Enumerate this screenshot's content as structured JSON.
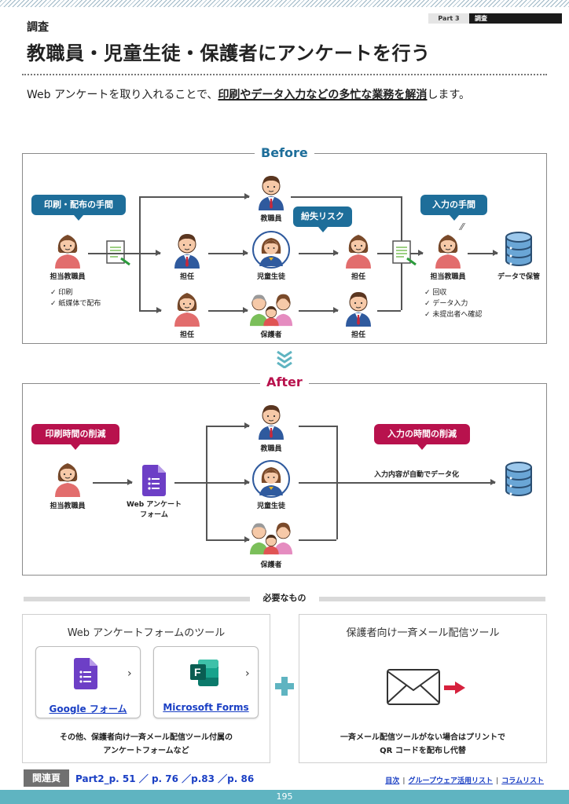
{
  "header": {
    "part_label": "Part 3",
    "part_section": "調査",
    "category": "調査",
    "title": "教職員・児童生徒・保護者にアンケートを行う"
  },
  "lead": {
    "pre": "Web アンケートを取り入れることで、",
    "emph": "印刷やデータ入力などの多忙な業務を解消",
    "post": "します。"
  },
  "before": {
    "title": "Before",
    "bubble_print": "印刷・配布の手間",
    "bubble_loss": "紛失リスク",
    "bubble_input": "入力の手間",
    "staff": "担当教職員",
    "teacher": "担任",
    "faculty": "教職員",
    "student": "児童生徒",
    "parent": "保護者",
    "store": "データで保管",
    "notes_left": [
      "✓ 印刷",
      "✓ 紙媒体で配布"
    ],
    "notes_right": [
      "✓ 回収",
      "✓ データ入力",
      "✓ 未提出者へ確認"
    ]
  },
  "after": {
    "title": "After",
    "bubble_print": "印刷時間の削減",
    "bubble_input": "入力の時間の削減",
    "staff": "担当教職員",
    "form": "Web アンケート\nフォーム",
    "faculty": "教職員",
    "student": "児童生徒",
    "parent": "保護者",
    "auto": "入力内容が自動でデータ化"
  },
  "needs": {
    "heading": "必要なもの",
    "tools_title": "Web アンケートフォームのツール",
    "tool1": "Google フォーム",
    "tool2": "Microsoft Forms",
    "tools_note": [
      "その他、保護者向け一斉メール配信ツール付属の",
      "アンケートフォームなど"
    ],
    "mail_title": "保護者向け一斉メール配信ツール",
    "mail_note": [
      "一斉メール配信ツールがない場合はプリントで",
      "QR コードを配布し代替"
    ]
  },
  "footer": {
    "related_label": "関連頁",
    "related_pages": "Part2_p. 51 ／ p. 76 ／p.83 ／p. 86",
    "links": [
      "目次",
      "グループウェア活用リスト",
      "コラムリスト"
    ],
    "page": "195"
  },
  "colors": {
    "blue": "#1e6e9a",
    "red": "#b8124d",
    "teal": "#5fb4c1"
  }
}
